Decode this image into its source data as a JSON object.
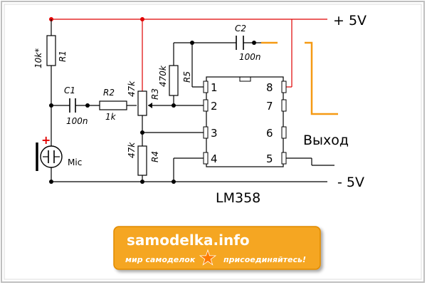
{
  "supply": {
    "positive": "+ 5V",
    "negative": "- 5V"
  },
  "output_label": "Выход",
  "chip_name": "LM358",
  "chip_pins": {
    "p1": "1",
    "p2": "2",
    "p3": "3",
    "p4": "4",
    "p5": "5",
    "p6": "6",
    "p7": "7",
    "p8": "8"
  },
  "components": {
    "R1": {
      "name": "R1",
      "value": "10k*"
    },
    "R2": {
      "name": "R2",
      "value": "1k"
    },
    "R3": {
      "name": "R3",
      "value": "47k"
    },
    "R4": {
      "name": "R4",
      "value": "47k"
    },
    "R5": {
      "name": "R5",
      "value": "470k"
    },
    "C1": {
      "name": "C1",
      "value": "100n"
    },
    "C2": {
      "name": "C2",
      "value": "100n"
    },
    "mic": {
      "name": "Mic",
      "polarity": "+"
    }
  },
  "watermark": {
    "site": "samodelka.info",
    "tagline_left": "мир самоделок",
    "tagline_right": "присоединяйтесь!"
  },
  "colors": {
    "wire": "#000000",
    "positive_rail": "#e00000",
    "output_wire": "#f59a14",
    "logo_bg": "#f5a623"
  }
}
